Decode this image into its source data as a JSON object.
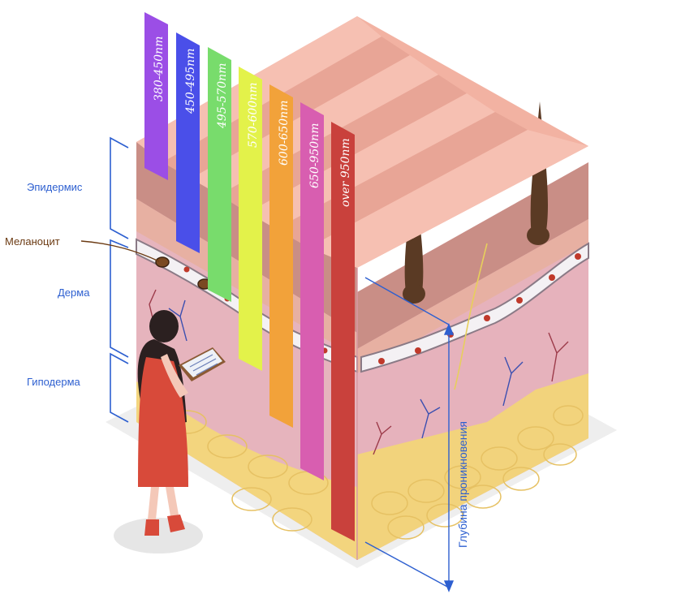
{
  "layers": {
    "epidermis": "Эпидермис",
    "melanocyte": "Меланоцит",
    "dermis": "Дерма",
    "hypodermis": "Гиподерма"
  },
  "depth_label": "Глубина проникновения",
  "wavelength_bands": [
    {
      "label": "380-450nm",
      "color": "#9b4ee6"
    },
    {
      "label": "450-495nm",
      "color": "#4a4fe9"
    },
    {
      "label": "495-570nm",
      "color": "#78dc6c"
    },
    {
      "label": "570-600nm",
      "color": "#e3f24a"
    },
    {
      "label": "600-650nm",
      "color": "#f2a23a"
    },
    {
      "label": "650-950nm",
      "color": "#d85eb0"
    },
    {
      "label": "over 950nm",
      "color": "#c9413c"
    }
  ],
  "colors": {
    "accent_blue": "#2d5fd0",
    "skin_top": "#f3b3a3",
    "dermis": "#e3b0b9",
    "fat": "#f3d57e"
  }
}
